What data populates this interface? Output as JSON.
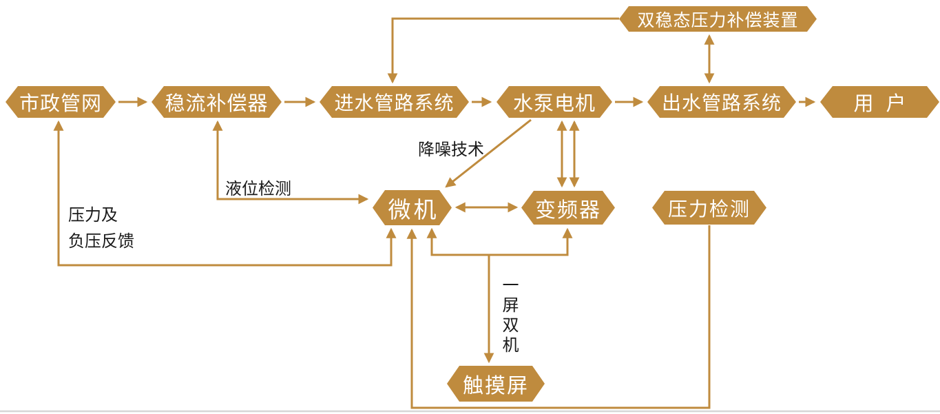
{
  "diagram": {
    "type": "flowchart",
    "language": "zh-CN",
    "nodes": {
      "municipal": "市政管网",
      "stabilizer": "稳流补偿器",
      "inlet": "进水管路系统",
      "pump": "水泵电机",
      "outlet": "出水管路系统",
      "user": "用户",
      "bistable": "双稳态压力补偿装置",
      "micro": "微机",
      "vfd": "变频器",
      "pressure": "压力检测",
      "touchscreen": "触摸屏"
    },
    "labels": {
      "level": "液位检测",
      "noise": "降噪技术",
      "feedback_line1": "压力及",
      "feedback_line2": "负压反馈",
      "one_screen": "一屏双机"
    },
    "connections": [
      {
        "from": "municipal",
        "to": "stabilizer",
        "type": "arrow"
      },
      {
        "from": "stabilizer",
        "to": "inlet",
        "type": "arrow"
      },
      {
        "from": "inlet",
        "to": "pump",
        "type": "arrow"
      },
      {
        "from": "pump",
        "to": "outlet",
        "type": "arrow"
      },
      {
        "from": "outlet",
        "to": "user",
        "type": "arrow"
      },
      {
        "from": "bistable",
        "to": "inlet",
        "type": "arrow"
      },
      {
        "from": "bistable",
        "to": "outlet",
        "type": "double-arrow"
      },
      {
        "from": "pump",
        "to": "vfd",
        "type": "double-arrow",
        "count": 2
      },
      {
        "from": "micro",
        "to": "vfd",
        "type": "double-arrow"
      },
      {
        "from": "pump",
        "to": "micro",
        "type": "arrow",
        "label": "降噪技术"
      },
      {
        "from": "stabilizer",
        "to": "micro",
        "type": "double-arrow",
        "label": "液位检测"
      },
      {
        "from": "micro",
        "to": "municipal",
        "type": "double-arrow",
        "label": "压力及负压反馈"
      },
      {
        "from": "pressure",
        "to": "micro",
        "type": "arrow"
      },
      {
        "from": "micro",
        "to": "vfd",
        "type": "double-arrow",
        "route": "bottom"
      },
      {
        "from": "micro-vfd-link",
        "to": "touchscreen",
        "type": "arrow",
        "label": "一屏双机"
      }
    ],
    "colors": {
      "node_fill": "#BF8B3E",
      "node_text": "#FFFFFF",
      "connector": "#BF8B3E",
      "label_text": "#1A1A1A",
      "baseline": "#D6D6D6",
      "background": "#FFFFFF"
    }
  }
}
